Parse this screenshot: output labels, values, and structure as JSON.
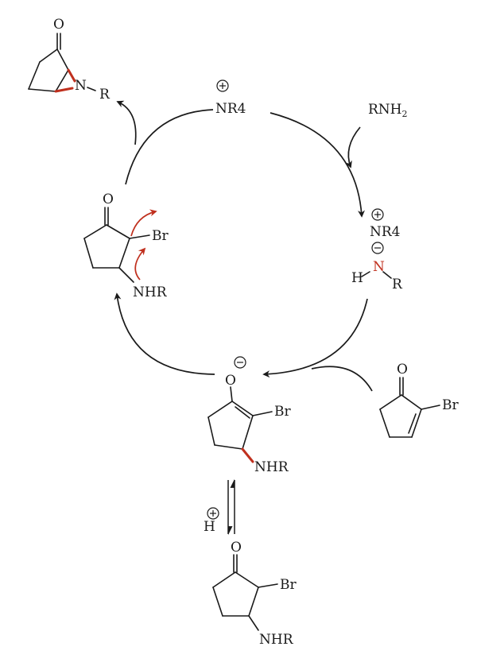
{
  "aziridine_product": {
    "O": "O",
    "N": "N",
    "R": "R"
  },
  "catalyst": {
    "label": "NR4",
    "charge": "plus"
  },
  "reagent_amine": {
    "label": "RNH",
    "subscript": "2"
  },
  "amide_anion": {
    "cation_label": "NR4",
    "cation_charge": "plus",
    "anion_charge": "minus",
    "N": "N",
    "H": "H",
    "R": "R"
  },
  "bromo_enone": {
    "O": "O",
    "Br": "Br"
  },
  "enolate": {
    "O": "O",
    "charge": "minus",
    "Br": "Br",
    "amine": "NHR"
  },
  "intermediate": {
    "O": "O",
    "Br": "Br",
    "amine": "NHR"
  },
  "protonation": {
    "H": "H",
    "charge": "plus"
  },
  "ketone_product": {
    "O": "O",
    "Br": "Br",
    "amine": "NHR"
  },
  "colors": {
    "mechanism_arrow": "#c0301e",
    "highlight_bond": "#c0301e",
    "text": "#1a1a1a"
  }
}
